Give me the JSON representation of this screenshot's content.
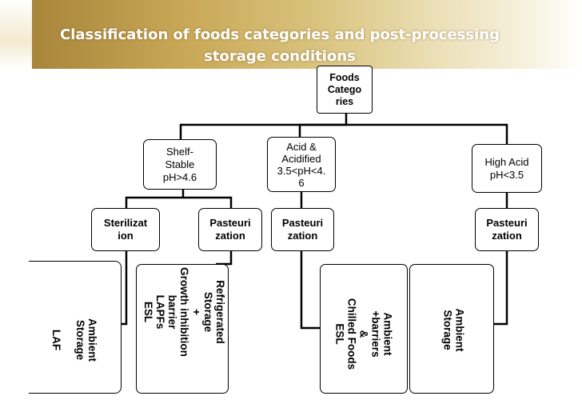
{
  "title": {
    "line1": "Classification of foods categories and post-processing",
    "line2": "storage conditions"
  },
  "root": {
    "label": "Foods\nCatego\nries"
  },
  "categories": [
    {
      "label": "Shelf-\nStable\npH>4.6"
    },
    {
      "label": "Acid &\nAcidified\n3.5<pH<4.\n6"
    },
    {
      "label": "High Acid\npH<3.5"
    }
  ],
  "processes": [
    {
      "label": "Sterilizat\nion"
    },
    {
      "label": "Pasteuri\nzation"
    },
    {
      "label": "Pasteuri\nzation"
    },
    {
      "label": "Pasteuri\nzation"
    }
  ],
  "storage": [
    {
      "label": "Ambient\nStorage\n\nLAF"
    },
    {
      "label": "Refrigerated\nStorage\n+\nGrowth inhibition\nbarrier\nLAPFs\nESL"
    },
    {
      "label": "Ambient\n+barriers\n&\nChilled Foods\nESL"
    },
    {
      "label": "Ambient\nStorage"
    }
  ],
  "colors": {
    "box_border": "#000000",
    "title_text": "#ffffff",
    "banner": "#c9a857"
  }
}
